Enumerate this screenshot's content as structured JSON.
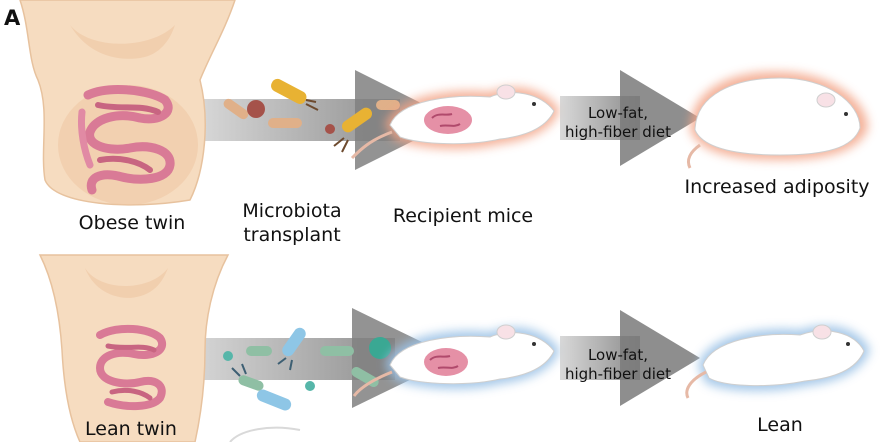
{
  "panel_letter": "A",
  "top_row": {
    "donor": "Obese twin",
    "transplant_line1": "Microbiota",
    "transplant_line2": "transplant",
    "recipient": "Recipient mice",
    "diet_line1": "Low-fat,",
    "diet_line2": "high-fiber diet",
    "outcome": "Increased adiposity"
  },
  "bottom_row": {
    "donor": "Lean twin",
    "diet_line1": "Low-fat,",
    "diet_line2": "high-fiber diet",
    "outcome": "Lean"
  },
  "colors": {
    "skin": "#f6dcc0",
    "intestine": "#d97a96",
    "arrow": "#8e8e8e",
    "obese_glow": "#f3a487",
    "lean_glow": "#9cc2e6",
    "mouse": "#ffffff"
  }
}
